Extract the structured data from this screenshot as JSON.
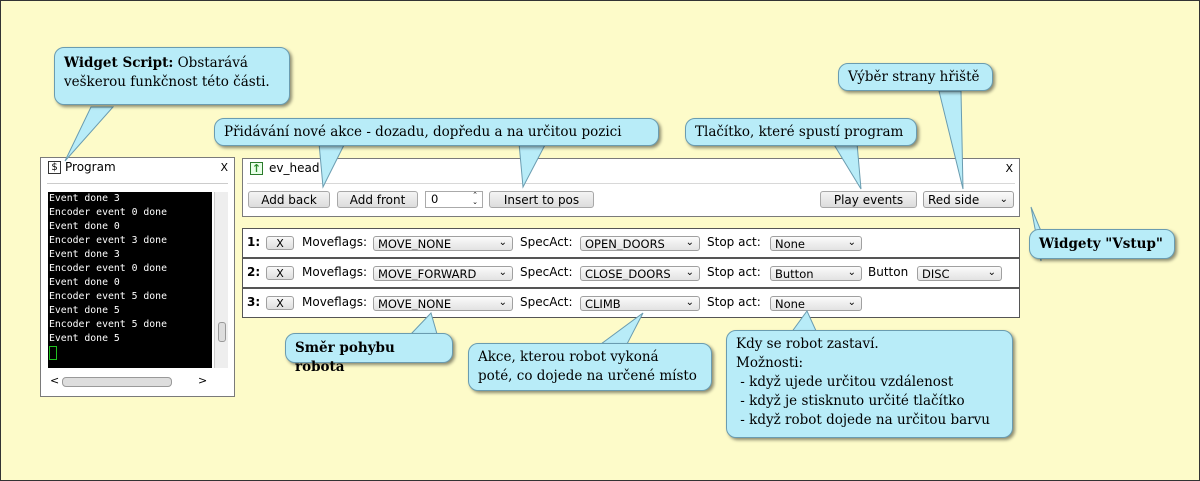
{
  "callouts": {
    "script_bold": "Widget Script:",
    "script_rest_1": " Obstarává",
    "script_rest_2": "veškerou funkčnost této části.",
    "add_action": "Přidávání nové akce - dozadu, dopředu a na určitou pozici",
    "play_button": "Tlačítko, které spustí program",
    "side_select": "Výběr strany hřiště",
    "input_widgets": "Widgety \"Vstup\"",
    "move_dir": "Směr pohybu robota",
    "action_1": "Akce, kterou robot vykoná",
    "action_2": "poté, co dojede na určené místo",
    "stop_1": "Kdy se robot zastaví.",
    "stop_2": "Možnosti:",
    "stop_3": " - když ujede určitou vzdálenost",
    "stop_4": " - když je stisknuto určité tlačítko",
    "stop_5": " - když robot dojede na určitou barvu"
  },
  "program_window": {
    "icon": "script-s-icon",
    "title": "Program",
    "close": "X",
    "log": [
      "Event done 3",
      "Encoder event 0 done",
      "Event done 0",
      "Encoder event 3 done",
      "Event done 3",
      "Encoder event 0 done",
      "Event done 0",
      "Encoder event 5 done",
      "Event done 5",
      "Encoder event 5 done",
      "Event done 5"
    ]
  },
  "ev_head": {
    "icon": "green-up-arrow-icon",
    "title": "ev_head",
    "close": "X",
    "add_back": "Add back",
    "add_front": "Add front",
    "position_value": "0",
    "insert_to_pos": "Insert to pos",
    "play_events": "Play events",
    "side_value": "Red side"
  },
  "rows": [
    {
      "index": "1:",
      "remove": "X",
      "moveflags_label": "Moveflags:",
      "moveflags": "MOVE_NONE",
      "specact_label": "SpecAct:",
      "specact": "OPEN_DOORS",
      "stop_label": "Stop act:",
      "stop": "None"
    },
    {
      "index": "2:",
      "remove": "X",
      "moveflags_label": "Moveflags:",
      "moveflags": "MOVE_FORWARD",
      "specact_label": "SpecAct:",
      "specact": "CLOSE_DOORS",
      "stop_label": "Stop act:",
      "stop": "Button",
      "button_label": "Button",
      "button": "DISC"
    },
    {
      "index": "3:",
      "remove": "X",
      "moveflags_label": "Moveflags:",
      "moveflags": "MOVE_NONE",
      "specact_label": "SpecAct:",
      "specact": "CLIMB",
      "stop_label": "Stop act:",
      "stop": "None"
    }
  ],
  "colors": {
    "background": "#fdfbc9",
    "callout": "#b8ecf8",
    "terminal": "#000000"
  }
}
